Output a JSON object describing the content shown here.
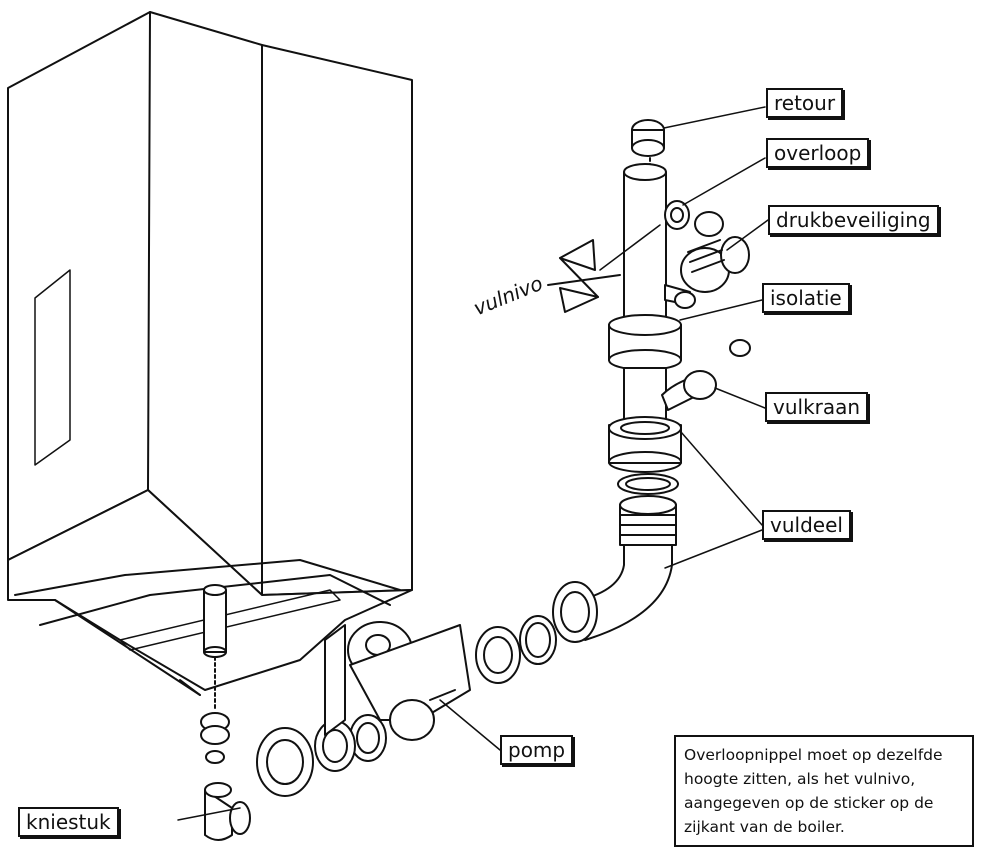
{
  "labels": {
    "retour": "retour",
    "overloop": "overloop",
    "drukbeveiliging": "drukbeveiliging",
    "isolatie": "isolatie",
    "vulkraan": "vulkraan",
    "vuldeel": "vuldeel",
    "pomp": "pomp",
    "kniestuk": "kniestuk",
    "vulnivo": "vulnivo"
  },
  "note": "Overloopnippel moet op dezelfde hoogte zitten, als het vulnivo, aangegeven op de sticker op de zijkant van de boiler."
}
